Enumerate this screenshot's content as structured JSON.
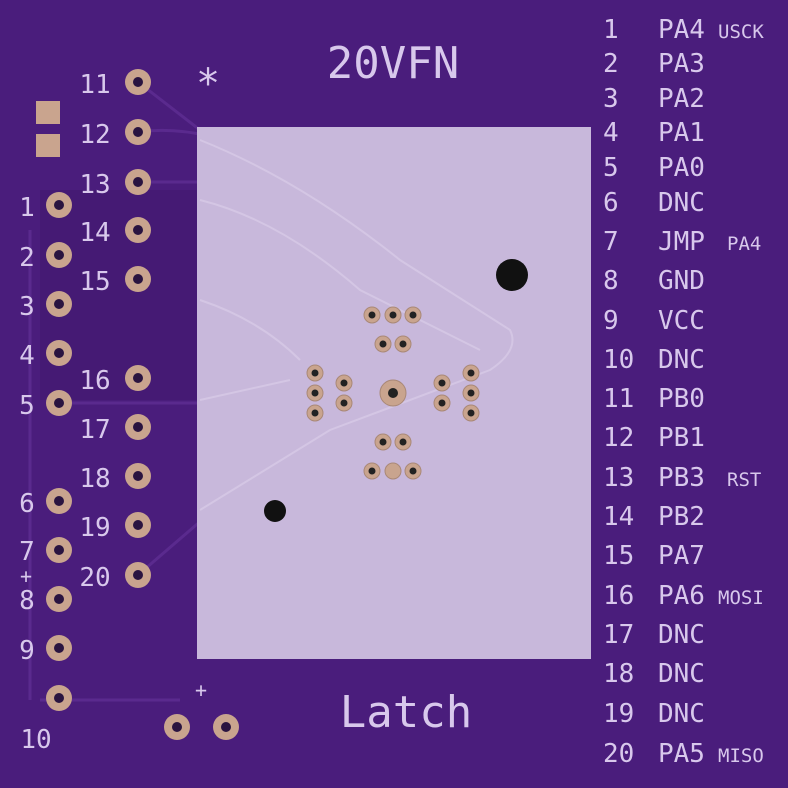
{
  "board": {
    "title": "20VFN",
    "subtitle": "Latch",
    "star": "*",
    "plus_marks": [
      "+",
      "+"
    ]
  },
  "left_outer_pins": [
    "1",
    "2",
    "3",
    "4",
    "5",
    "6",
    "7",
    "8",
    "9",
    "10"
  ],
  "left_inner_pins": [
    "11",
    "12",
    "13",
    "14",
    "15",
    "16",
    "17",
    "18",
    "19",
    "20"
  ],
  "pin_map": [
    {
      "num": "1",
      "name": "PA4",
      "note": "USCK"
    },
    {
      "num": "2",
      "name": "PA3",
      "note": ""
    },
    {
      "num": "3",
      "name": "PA2",
      "note": ""
    },
    {
      "num": "4",
      "name": "PA1",
      "note": ""
    },
    {
      "num": "5",
      "name": "PA0",
      "note": ""
    },
    {
      "num": "6",
      "name": "DNC",
      "note": ""
    },
    {
      "num": "7",
      "name": "JMP",
      "note": "PA4"
    },
    {
      "num": "8",
      "name": "GND",
      "note": ""
    },
    {
      "num": "9",
      "name": "VCC",
      "note": ""
    },
    {
      "num": "10",
      "name": "DNC",
      "note": ""
    },
    {
      "num": "11",
      "name": "PB0",
      "note": ""
    },
    {
      "num": "12",
      "name": "PB1",
      "note": ""
    },
    {
      "num": "13",
      "name": "PB3",
      "note": "RST"
    },
    {
      "num": "14",
      "name": "PB2",
      "note": ""
    },
    {
      "num": "15",
      "name": "PA7",
      "note": ""
    },
    {
      "num": "16",
      "name": "PA6",
      "note": "MOSI"
    },
    {
      "num": "17",
      "name": "DNC",
      "note": ""
    },
    {
      "num": "18",
      "name": "DNC",
      "note": ""
    },
    {
      "num": "19",
      "name": "DNC",
      "note": ""
    },
    {
      "num": "20",
      "name": "PA5",
      "note": "MISO"
    }
  ],
  "colors": {
    "board": "#4a1d7c",
    "silkscreen": "#d8c8ec",
    "pad_copper": "#c9a48e",
    "latch_area": "#c8b8db",
    "trace": "#5a2a8e"
  }
}
